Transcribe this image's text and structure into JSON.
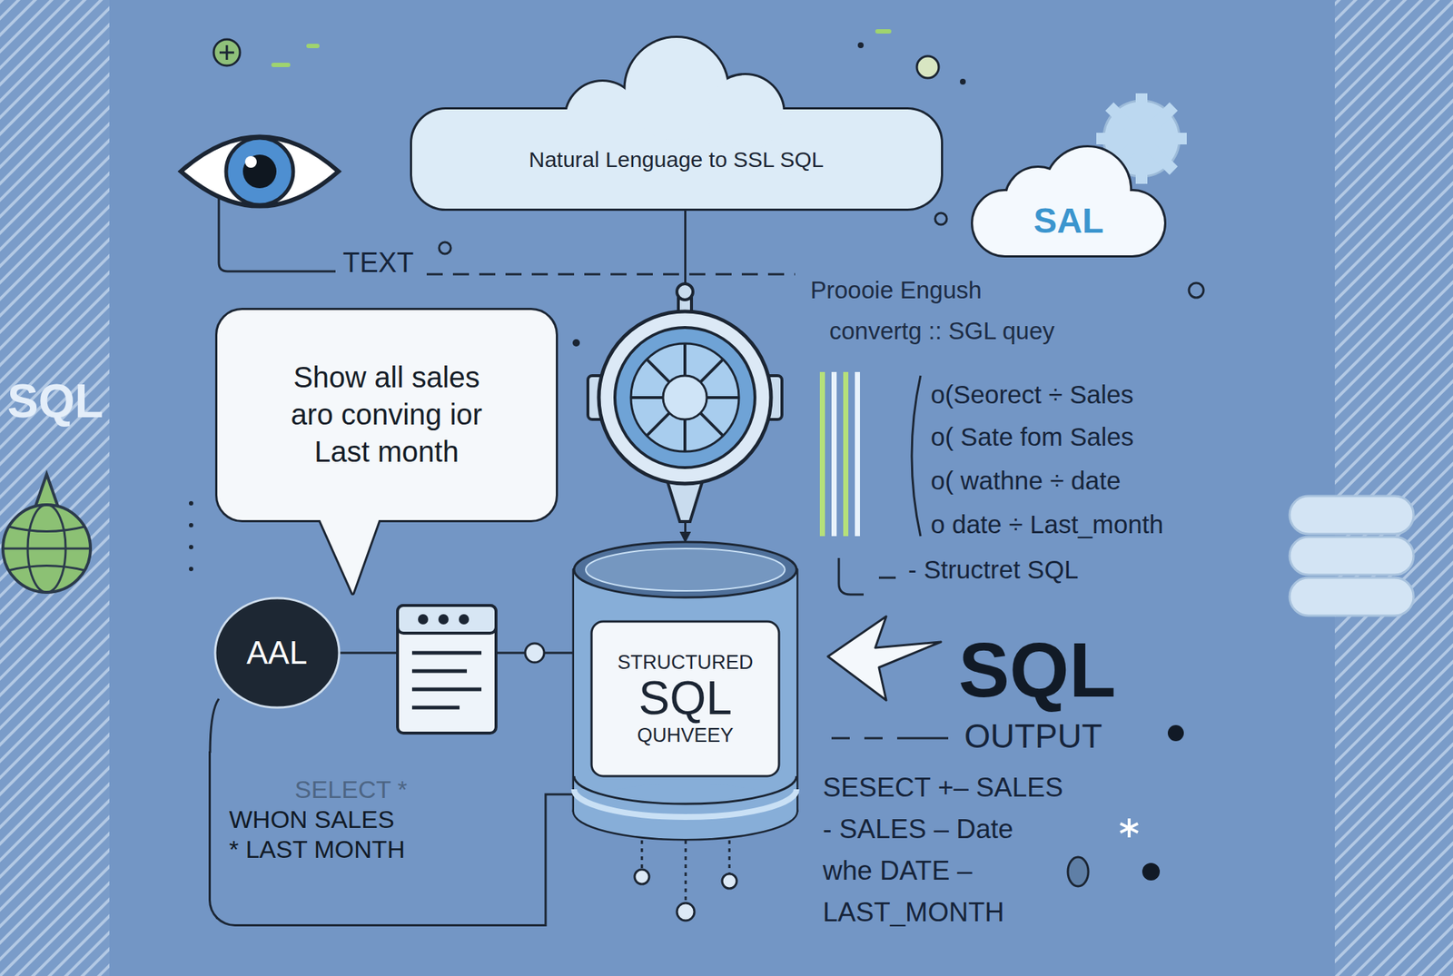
{
  "diagram": {
    "nodes": [
      {
        "text": [
          "Natural Lenguage to SSL SQL"
        ]
      },
      {
        "text": [
          "SAL"
        ]
      },
      {
        "text": [
          "Show all sales aro conving ior Last month"
        ]
      },
      {
        "text": [
          "AAL"
        ]
      },
      {
        "text": [
          "STRUCTURED",
          "SQL",
          "QUHVEEY"
        ]
      },
      {
        "text": [
          "SELECT *",
          "WHON SALES * LAST MONTH"
        ]
      }
    ],
    "edges": [
      {
        "from": 0,
        "to": 4,
        "arrow": "to"
      },
      {
        "from": 3,
        "to": 4,
        "arrow": "none"
      },
      {
        "from": 4,
        "to": 5,
        "arrow": "none"
      }
    ],
    "labels": [
      "TEXT",
      "Proooie Engush",
      "convertg :: SGL quey",
      "o(Seorect ÷ Sales",
      "o( Sate fom Sales",
      "o( wathne ÷ date",
      "o date ÷ Last_month",
      "- Structret SQL",
      "SQL",
      "OUTPUT",
      "SESECT +– SALES",
      "- SALES – Date",
      "whe DATE –",
      "LAST_MONTH",
      "SQL"
    ]
  }
}
